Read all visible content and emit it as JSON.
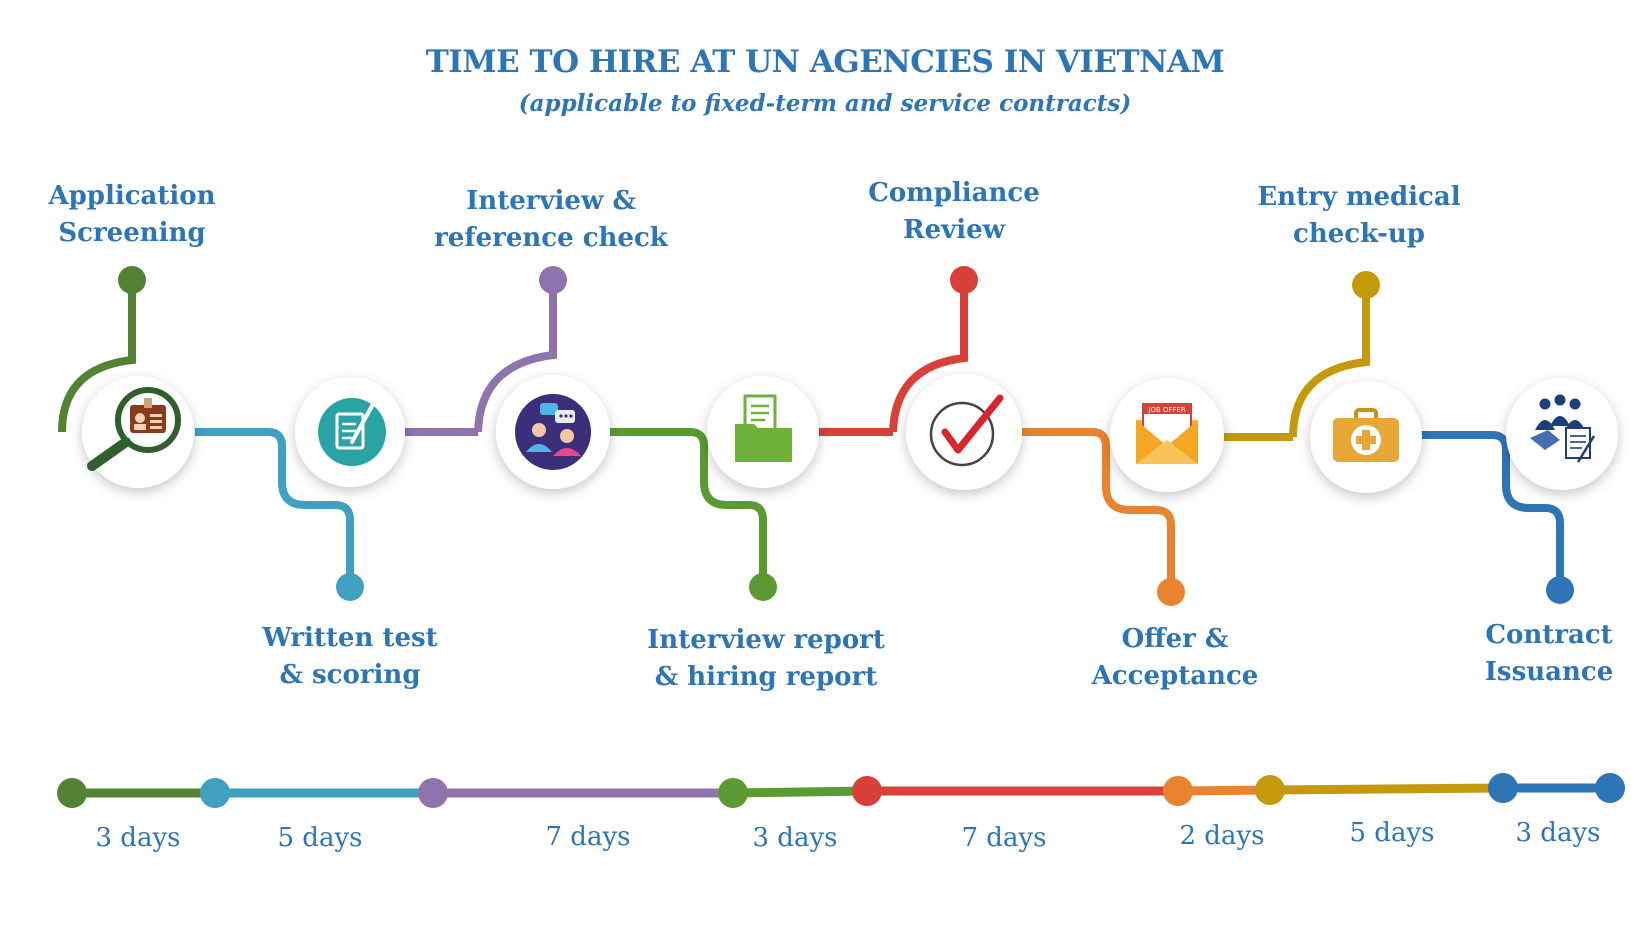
{
  "header": {
    "title": "TIME TO HIRE AT UN AGENCIES IN VIETNAM",
    "subtitle": "(applicable to fixed-term and service contracts)"
  },
  "steps": [
    {
      "label": "Application\nScreening",
      "color": "#548235",
      "icon": "magnifier-id-card-icon"
    },
    {
      "label": "Written test\n& scoring",
      "color": "#3fa0c0",
      "icon": "written-document-icon"
    },
    {
      "label": "Interview &\nreference check",
      "color": "#8e73ad",
      "icon": "interview-people-icon"
    },
    {
      "label": "Interview report\n& hiring report",
      "color": "#5b9a32",
      "icon": "file-folder-icon"
    },
    {
      "label": "Compliance\nReview",
      "color": "#d9403a",
      "icon": "checkmark-icon"
    },
    {
      "label": "Offer &\nAcceptance",
      "color": "#e98330",
      "icon": "job-offer-envelope-icon"
    },
    {
      "label": "Entry medical\ncheck-up",
      "color": "#c49a0c",
      "icon": "medical-kit-icon"
    },
    {
      "label": "Contract\nIssuance",
      "color": "#2e75b6",
      "icon": "handshake-contract-icon"
    }
  ],
  "durations": [
    "3 days",
    "5 days",
    "7 days",
    "3 days",
    "7 days",
    "2 days",
    "5 days",
    "3 days"
  ],
  "timeline_colors": [
    "#548235",
    "#3fa0c0",
    "#8e73ad",
    "#5b9a32",
    "#d9403a",
    "#e98330",
    "#c49a0c",
    "#2e75b6"
  ],
  "icon_text": {
    "job_offer": "JOB OFFER"
  }
}
